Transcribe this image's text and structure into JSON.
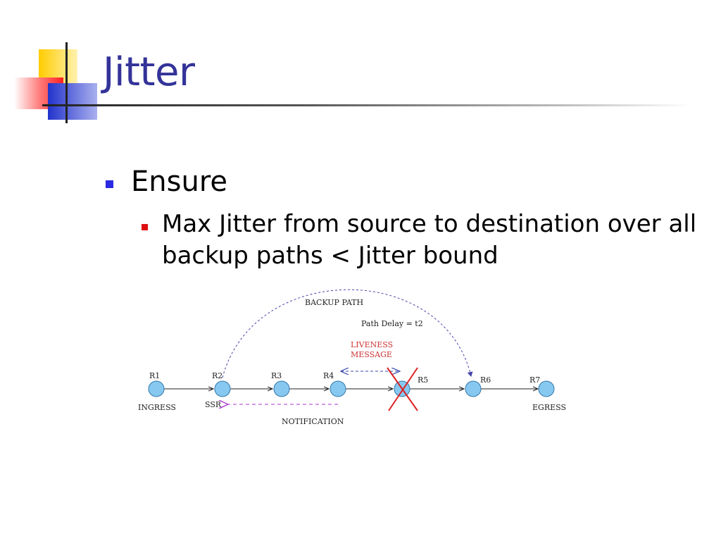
{
  "slide": {
    "title": "Jitter",
    "bullet": "Ensure",
    "sub_bullet": "Max Jitter from source to destination over all backup paths < Jitter bound"
  },
  "diagram": {
    "nodes": [
      {
        "id": "R1",
        "label": "R1",
        "note": "INGRESS",
        "failed": false
      },
      {
        "id": "R2",
        "label": "R2",
        "note": "SSR",
        "failed": false
      },
      {
        "id": "R3",
        "label": "R3",
        "note": "",
        "failed": false
      },
      {
        "id": "R4",
        "label": "R4",
        "note": "",
        "failed": false
      },
      {
        "id": "R5",
        "label": "R5",
        "note": "",
        "failed": true
      },
      {
        "id": "R6",
        "label": "R6",
        "note": "",
        "failed": false
      },
      {
        "id": "R7",
        "label": "R7",
        "note": "EGRESS",
        "failed": false
      }
    ],
    "backup_path_label": "BACKUP PATH",
    "path_delay_label": "Path Delay = t2",
    "liveness_label_line1": "LIVENESS",
    "liveness_label_line2": "MESSAGE",
    "notification_label": "NOTIFICATION"
  },
  "colors": {
    "title": "#333399",
    "bullet_primary": "#2a2ae0",
    "bullet_secondary": "#e01010",
    "node_fill": "#87c8f0",
    "node_stroke": "#3377aa",
    "backup_path": "#4444aa",
    "liveness": "#cc3333",
    "notification": "#aa33cc",
    "failure_cross": "#dd2222"
  }
}
